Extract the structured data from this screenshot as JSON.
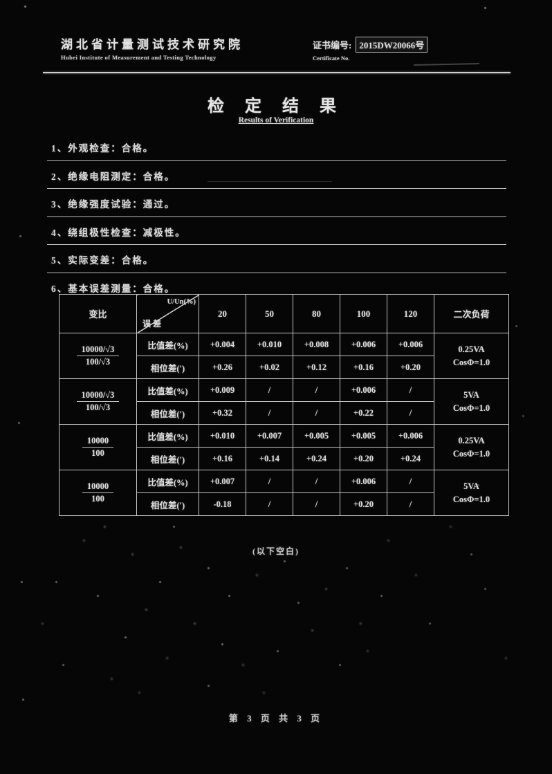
{
  "header": {
    "institute_cn": "湖北省计量测试技术研究院",
    "institute_en": "Hubei Institute of Measurement and Testing Technology",
    "cert_label": "证书编号:",
    "cert_no": "2015DW20066号",
    "cert_label_en": "Certificate No."
  },
  "title": "检 定 结 果",
  "subtitle": "Results of Verification",
  "items": [
    "1、外观检查：合格。",
    "2、绝缘电阻测定：合格。",
    "3、绝缘强度试验：通过。",
    "4、绕组极性检查：减极性。",
    "5、实际变差：合格。",
    "6、基本误差测量：合格。"
  ],
  "table": {
    "ratio_header": "变比",
    "corner_top": "U/Un(%)",
    "corner_bottom": "误差",
    "load_points": [
      "20",
      "50",
      "80",
      "100",
      "120"
    ],
    "burden_header": "二次负荷",
    "ratio_error_label": "比值差(%)",
    "phase_error_label": "相位差(′)",
    "groups": [
      {
        "ratio_top": "10000/√3",
        "ratio_bottom": "100/√3",
        "ratio_values": [
          "+0.004",
          "+0.010",
          "+0.008",
          "+0.006",
          "+0.006"
        ],
        "phase_values": [
          "+0.26",
          "+0.02",
          "+0.12",
          "+0.16",
          "+0.20"
        ],
        "burden": "0.25VA",
        "cos": "CosΦ=1.0"
      },
      {
        "ratio_top": "10000/√3",
        "ratio_bottom": "100/√3",
        "ratio_values": [
          "+0.009",
          "/",
          "/",
          "+0.006",
          "/"
        ],
        "phase_values": [
          "+0.32",
          "/",
          "/",
          "+0.22",
          "/"
        ],
        "burden": "5VA",
        "cos": "CosΦ=1.0"
      },
      {
        "ratio_top": "10000",
        "ratio_bottom": "100",
        "ratio_values": [
          "+0.010",
          "+0.007",
          "+0.005",
          "+0.005",
          "+0.006"
        ],
        "phase_values": [
          "+0.16",
          "+0.14",
          "+0.24",
          "+0.20",
          "+0.24"
        ],
        "burden": "0.25VA",
        "cos": "CosΦ=1.0"
      },
      {
        "ratio_top": "10000",
        "ratio_bottom": "100",
        "ratio_values": [
          "+0.007",
          "/",
          "/",
          "+0.006",
          "/"
        ],
        "phase_values": [
          "-0.18",
          "/",
          "/",
          "+0.20",
          "/"
        ],
        "burden": "5VA",
        "cos": "CosΦ=1.0"
      }
    ]
  },
  "note": "(以下空白)",
  "footer": "第 3 页  共 3 页"
}
